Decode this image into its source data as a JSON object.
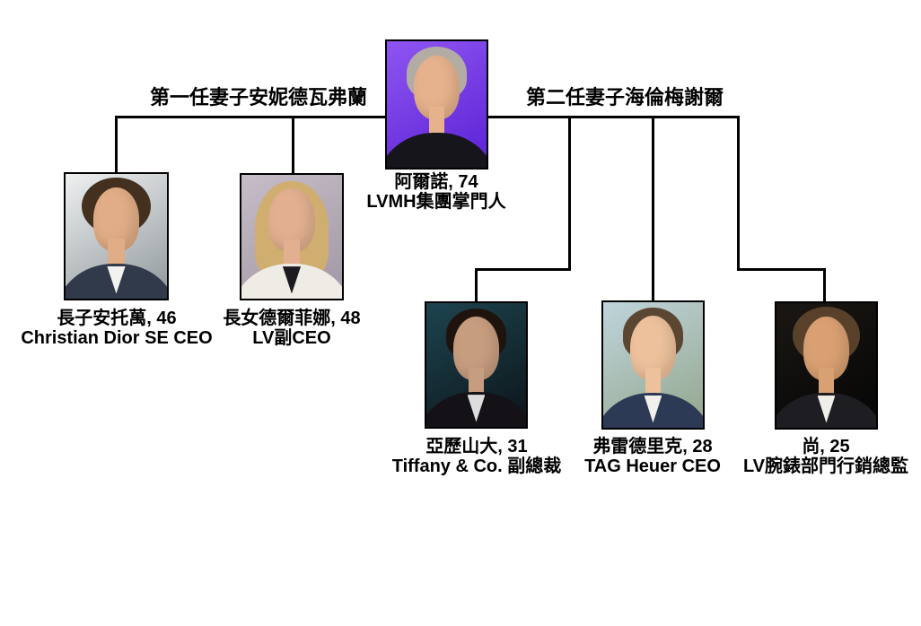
{
  "page": {
    "background": "#ffffff",
    "line_color": "#000000",
    "text_color": "#000000"
  },
  "root": {
    "name": "阿爾諾, 74",
    "role": "LVMH集團掌門人",
    "photo": {
      "bg1": "#8f55f2",
      "bg2": "#5a22d4",
      "hair": "#b3aca4",
      "skin": "#e6b28c",
      "jacket": "#15151b",
      "shirt": "#15151b"
    }
  },
  "marriages": [
    {
      "label": "第一任妻子安妮德瓦弗蘭",
      "children": [
        {
          "name": "長子安托萬, 46",
          "role": "Christian Dior SE CEO",
          "photo": {
            "bg1": "#eef0f0",
            "bg2": "#8f979c",
            "hair": "#43301f",
            "skin": "#e0ad86",
            "jacket": "#303a4a",
            "shirt": "#f2f2ee"
          }
        },
        {
          "name": "長女德爾菲娜, 48",
          "role": "LV副CEO",
          "photo": {
            "bg1": "#c6bdc8",
            "bg2": "#a297a4",
            "hair": "#cfae6f",
            "skin": "#e2b090",
            "jacket": "#efece6",
            "shirt": "#1c1a1e"
          }
        }
      ]
    },
    {
      "label": "第二任妻子海倫梅謝爾",
      "children": [
        {
          "name": "亞歷山大, 31",
          "role": "Tiffany & Co. 副總裁",
          "photo": {
            "bg1": "#1d4450",
            "bg2": "#0c1418",
            "hair": "#1f140d",
            "skin": "#c79d7f",
            "jacket": "#141217",
            "shirt": "#dddddd"
          }
        },
        {
          "name": "弗雷德里克, 28",
          "role": "TAG Heuer CEO",
          "photo": {
            "bg1": "#bfd4dc",
            "bg2": "#93a68c",
            "hair": "#5b4631",
            "skin": "#edc19c",
            "jacket": "#2c3a55",
            "shirt": "#f2f0ec"
          }
        },
        {
          "name": "尚, 25",
          "role": "LV腕錶部門行銷總監",
          "photo": {
            "bg1": "#1a1713",
            "bg2": "#050505",
            "hair": "#58402a",
            "skin": "#d9a072",
            "jacket": "#1d1d22",
            "shirt": "#f0eee8"
          }
        }
      ]
    }
  ]
}
